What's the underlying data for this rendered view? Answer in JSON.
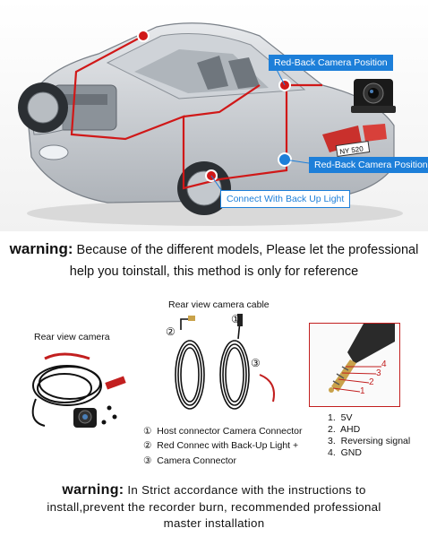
{
  "car_labels": {
    "position_top": "Red-Back Camera Position",
    "position_bottom": "Red-Back Camera Position",
    "light": "Connect With Back Up Light",
    "plate": "NY 520"
  },
  "warning_top": {
    "keyword": "warning:",
    "line1": "Because of the different models, Please let the professional",
    "line2": "help you toinstall, this method is only for reference"
  },
  "parts": {
    "camera_label": "Rear view camera",
    "cable_label": "Rear view camera cable",
    "marker_1": "①",
    "marker_2": "②",
    "marker_3": "③"
  },
  "legend": [
    {
      "num": "①",
      "text": "Host connector Camera Connector"
    },
    {
      "num": "②",
      "text": "Red Connec with Back-Up Light +"
    },
    {
      "num": "③",
      "text": "Camera Connector"
    }
  ],
  "plug_numbers": [
    "4",
    "3",
    "2",
    "1"
  ],
  "pins": [
    {
      "num": "1.",
      "text": "5V"
    },
    {
      "num": "2.",
      "text": "AHD"
    },
    {
      "num": "3.",
      "text": "Reversing signal"
    },
    {
      "num": "4.",
      "text": "GND"
    }
  ],
  "warning_bottom": {
    "keyword": "warning:",
    "line1": "In Strict accordance with the instructions to",
    "line2": "install,prevent the recorder burn, recommended professional",
    "line3": "master installation"
  },
  "colors": {
    "accent_blue": "#1d7fd9",
    "wire_red": "#d01818",
    "plug_gold": "#c9a24a"
  }
}
